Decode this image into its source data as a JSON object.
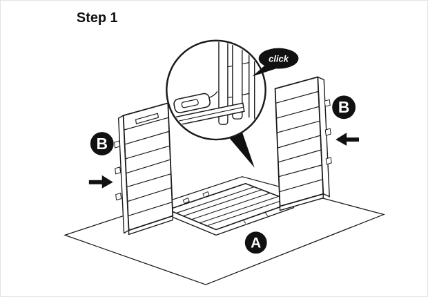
{
  "page": {
    "background": "#ffffff",
    "ink": "#111111",
    "border": "#e3e3e3"
  },
  "step": {
    "title": "Step 1"
  },
  "detail": {
    "callout_label": "click"
  },
  "labels": {
    "panel_left": "B",
    "panel_right": "B",
    "base": "A"
  }
}
